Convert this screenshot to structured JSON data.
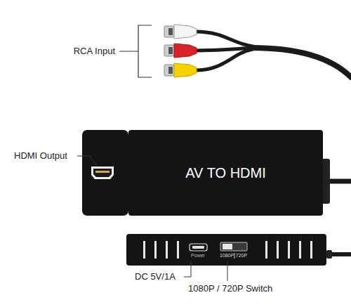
{
  "diagram": {
    "nodes": [
      {
        "text": [
          "AV TO HDMI"
        ]
      },
      {
        "text": [
          "Power",
          "1080P",
          "720P"
        ]
      }
    ],
    "labels": [
      "RCA Input",
      "HDMI Output",
      "DC 5V/1A",
      "1080P / 720P Switch"
    ]
  }
}
